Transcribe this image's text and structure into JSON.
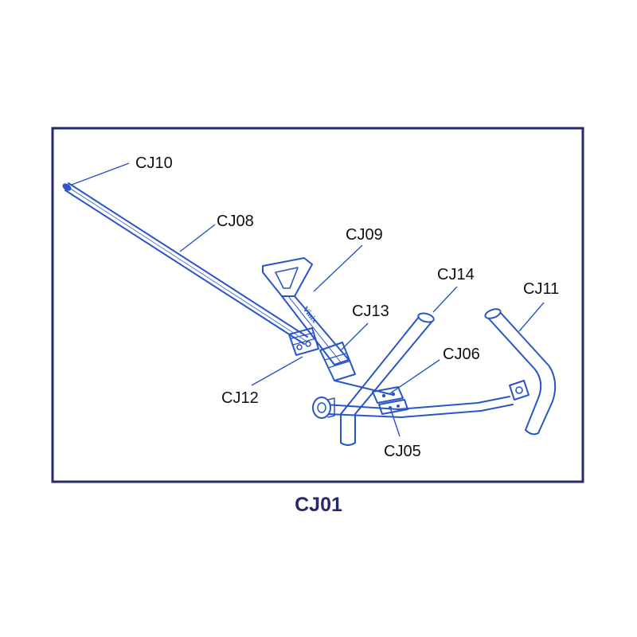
{
  "diagram": {
    "caption": "CJ01",
    "brand_mark": "Vinix",
    "colors": {
      "frame": "#262a6a",
      "caption": "#262a6a",
      "part_stroke": "#2a55c8",
      "part_fill": "#ffffff",
      "leader": "#2a55c8",
      "label": "#111111"
    },
    "callouts": [
      {
        "id": "CJ10",
        "label": "CJ10"
      },
      {
        "id": "CJ08",
        "label": "CJ08"
      },
      {
        "id": "CJ09",
        "label": "CJ09"
      },
      {
        "id": "CJ14",
        "label": "CJ14"
      },
      {
        "id": "CJ11",
        "label": "CJ11"
      },
      {
        "id": "CJ13",
        "label": "CJ13"
      },
      {
        "id": "CJ06",
        "label": "CJ06"
      },
      {
        "id": "CJ12",
        "label": "CJ12"
      },
      {
        "id": "CJ05",
        "label": "CJ05"
      }
    ]
  }
}
